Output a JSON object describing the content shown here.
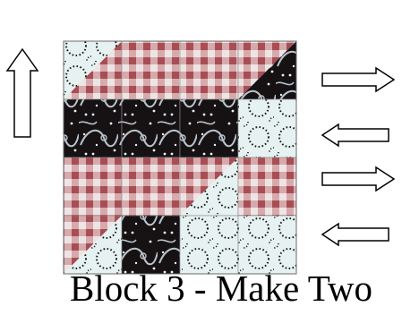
{
  "caption": "Block 3 - Make Two",
  "arrows": [
    {
      "name": "press-arrow-up",
      "direction": "up"
    },
    {
      "name": "press-arrow-right-row1",
      "direction": "right"
    },
    {
      "name": "press-arrow-left-row2",
      "direction": "left"
    },
    {
      "name": "press-arrow-right-row3",
      "direction": "right"
    },
    {
      "name": "press-arrow-left-row4",
      "direction": "left"
    }
  ],
  "fabrics": {
    "gingham": {
      "base": "#efe4e4",
      "stripe": "#c07a7e",
      "cross": "#a94d55"
    },
    "dark": {
      "base": "#161214",
      "swirl": "#b9c3cc",
      "dot": "#f2f2f2"
    },
    "light": {
      "base": "#e6f2f1",
      "dot": "#1a1a1a"
    }
  },
  "block": {
    "cells": [
      [
        {
          "type": "hst-diag",
          "top": "light",
          "bottom": "gingham"
        },
        {
          "type": "solid",
          "fabric": "gingham"
        },
        {
          "type": "solid",
          "fabric": "gingham"
        },
        {
          "type": "hst-anti",
          "top": "gingham",
          "bottom": "dark"
        }
      ],
      [
        {
          "type": "solid",
          "fabric": "dark"
        },
        {
          "type": "solid",
          "fabric": "dark"
        },
        {
          "type": "solid",
          "fabric": "dark"
        },
        {
          "type": "solid",
          "fabric": "light"
        }
      ],
      [
        {
          "type": "solid",
          "fabric": "gingham"
        },
        {
          "type": "solid",
          "fabric": "gingham"
        },
        {
          "type": "hst-anti",
          "top": "gingham",
          "bottom": "light"
        },
        {
          "type": "solid",
          "fabric": "gingham"
        }
      ],
      [
        {
          "type": "hst-anti",
          "top": "gingham",
          "bottom": "light"
        },
        {
          "type": "solid",
          "fabric": "dark"
        },
        {
          "type": "solid",
          "fabric": "light"
        },
        {
          "type": "solid",
          "fabric": "light"
        }
      ]
    ]
  }
}
